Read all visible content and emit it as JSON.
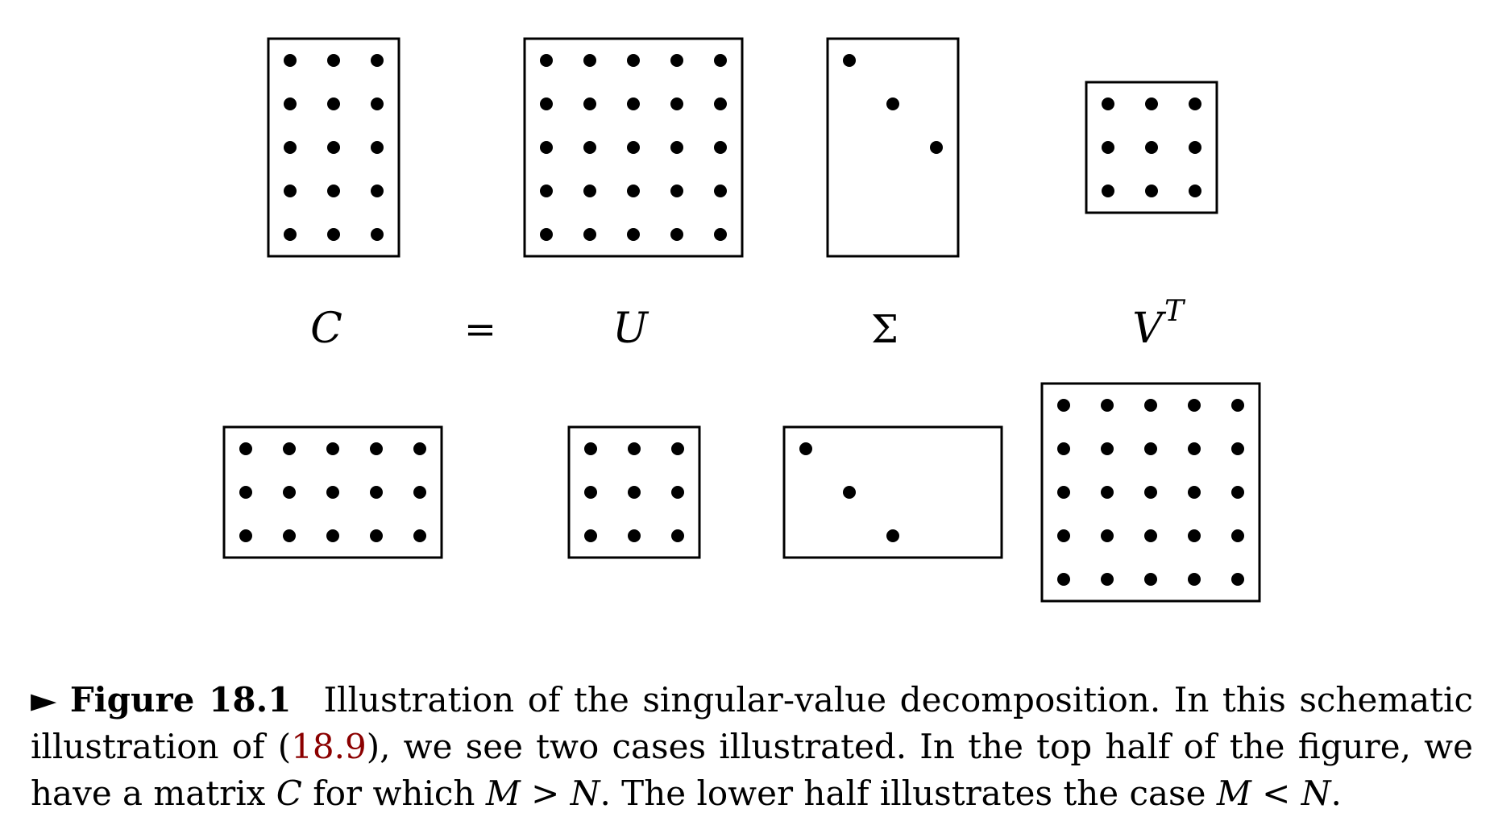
{
  "labels": {
    "c": "C",
    "equals": "=",
    "u": "U",
    "sigma": "Σ",
    "v": "V",
    "v_superscript": "T"
  },
  "caption": {
    "marker": "►",
    "figure_label": "Figure 18.1",
    "text_1": "Illustration of the singular-value decomposition. In this schematic illustration of (",
    "ref": "18.9",
    "text_2": "), we see two cases illustrated. In the top half of the figure, we have a matrix ",
    "var_c": "C",
    "text_3": " for which ",
    "ineq_1": "M > N",
    "text_4": ". The lower half illustrates the case ",
    "ineq_2": "M < N",
    "text_5": "."
  },
  "matrices": {
    "top": {
      "c": {
        "rows": 5,
        "cols": 3,
        "fill": "full"
      },
      "u": {
        "rows": 5,
        "cols": 5,
        "fill": "full"
      },
      "sigma": {
        "rows": 5,
        "cols": 3,
        "fill": "diagonal"
      },
      "vt": {
        "rows": 3,
        "cols": 3,
        "fill": "full"
      }
    },
    "bottom": {
      "c": {
        "rows": 3,
        "cols": 5,
        "fill": "full"
      },
      "u": {
        "rows": 3,
        "cols": 3,
        "fill": "full"
      },
      "sigma": {
        "rows": 3,
        "cols": 5,
        "fill": "diagonal"
      },
      "vt": {
        "rows": 5,
        "cols": 5,
        "fill": "full"
      }
    }
  },
  "colors": {
    "ink": "#000000",
    "reference": "#8b0000"
  }
}
